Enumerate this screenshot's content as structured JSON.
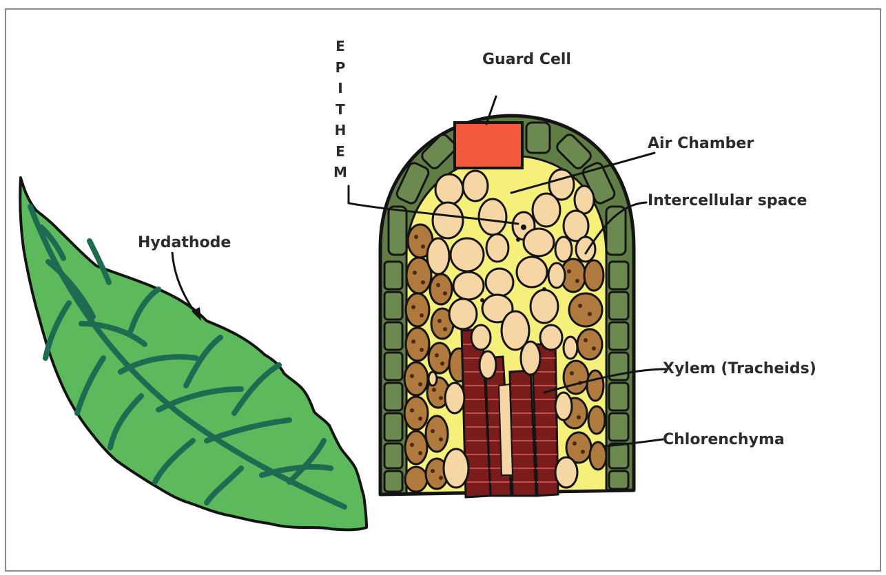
{
  "labels": {
    "guard_cell": "Guard Cell",
    "air_chamber": "Air Chamber",
    "intercellular_space": "Intercellular space",
    "xylem": "Xylem (Tracheids)",
    "chlorenchyma": "Chlorenchyma",
    "hydathode": "Hydathode",
    "epithem": "EPITHEM"
  },
  "colors": {
    "leaf_fill": "#5cba5c",
    "leaf_vein": "#1f6b52",
    "epidermis": "#5f7d45",
    "guard_cell": "#f25a3c",
    "epithem_region": "#f4f07a",
    "parenchyma_cell": "#f6d6a4",
    "chlorenchyma_cell": "#b07a3e",
    "xylem": "#7a1c1c",
    "outline": "#141414"
  }
}
